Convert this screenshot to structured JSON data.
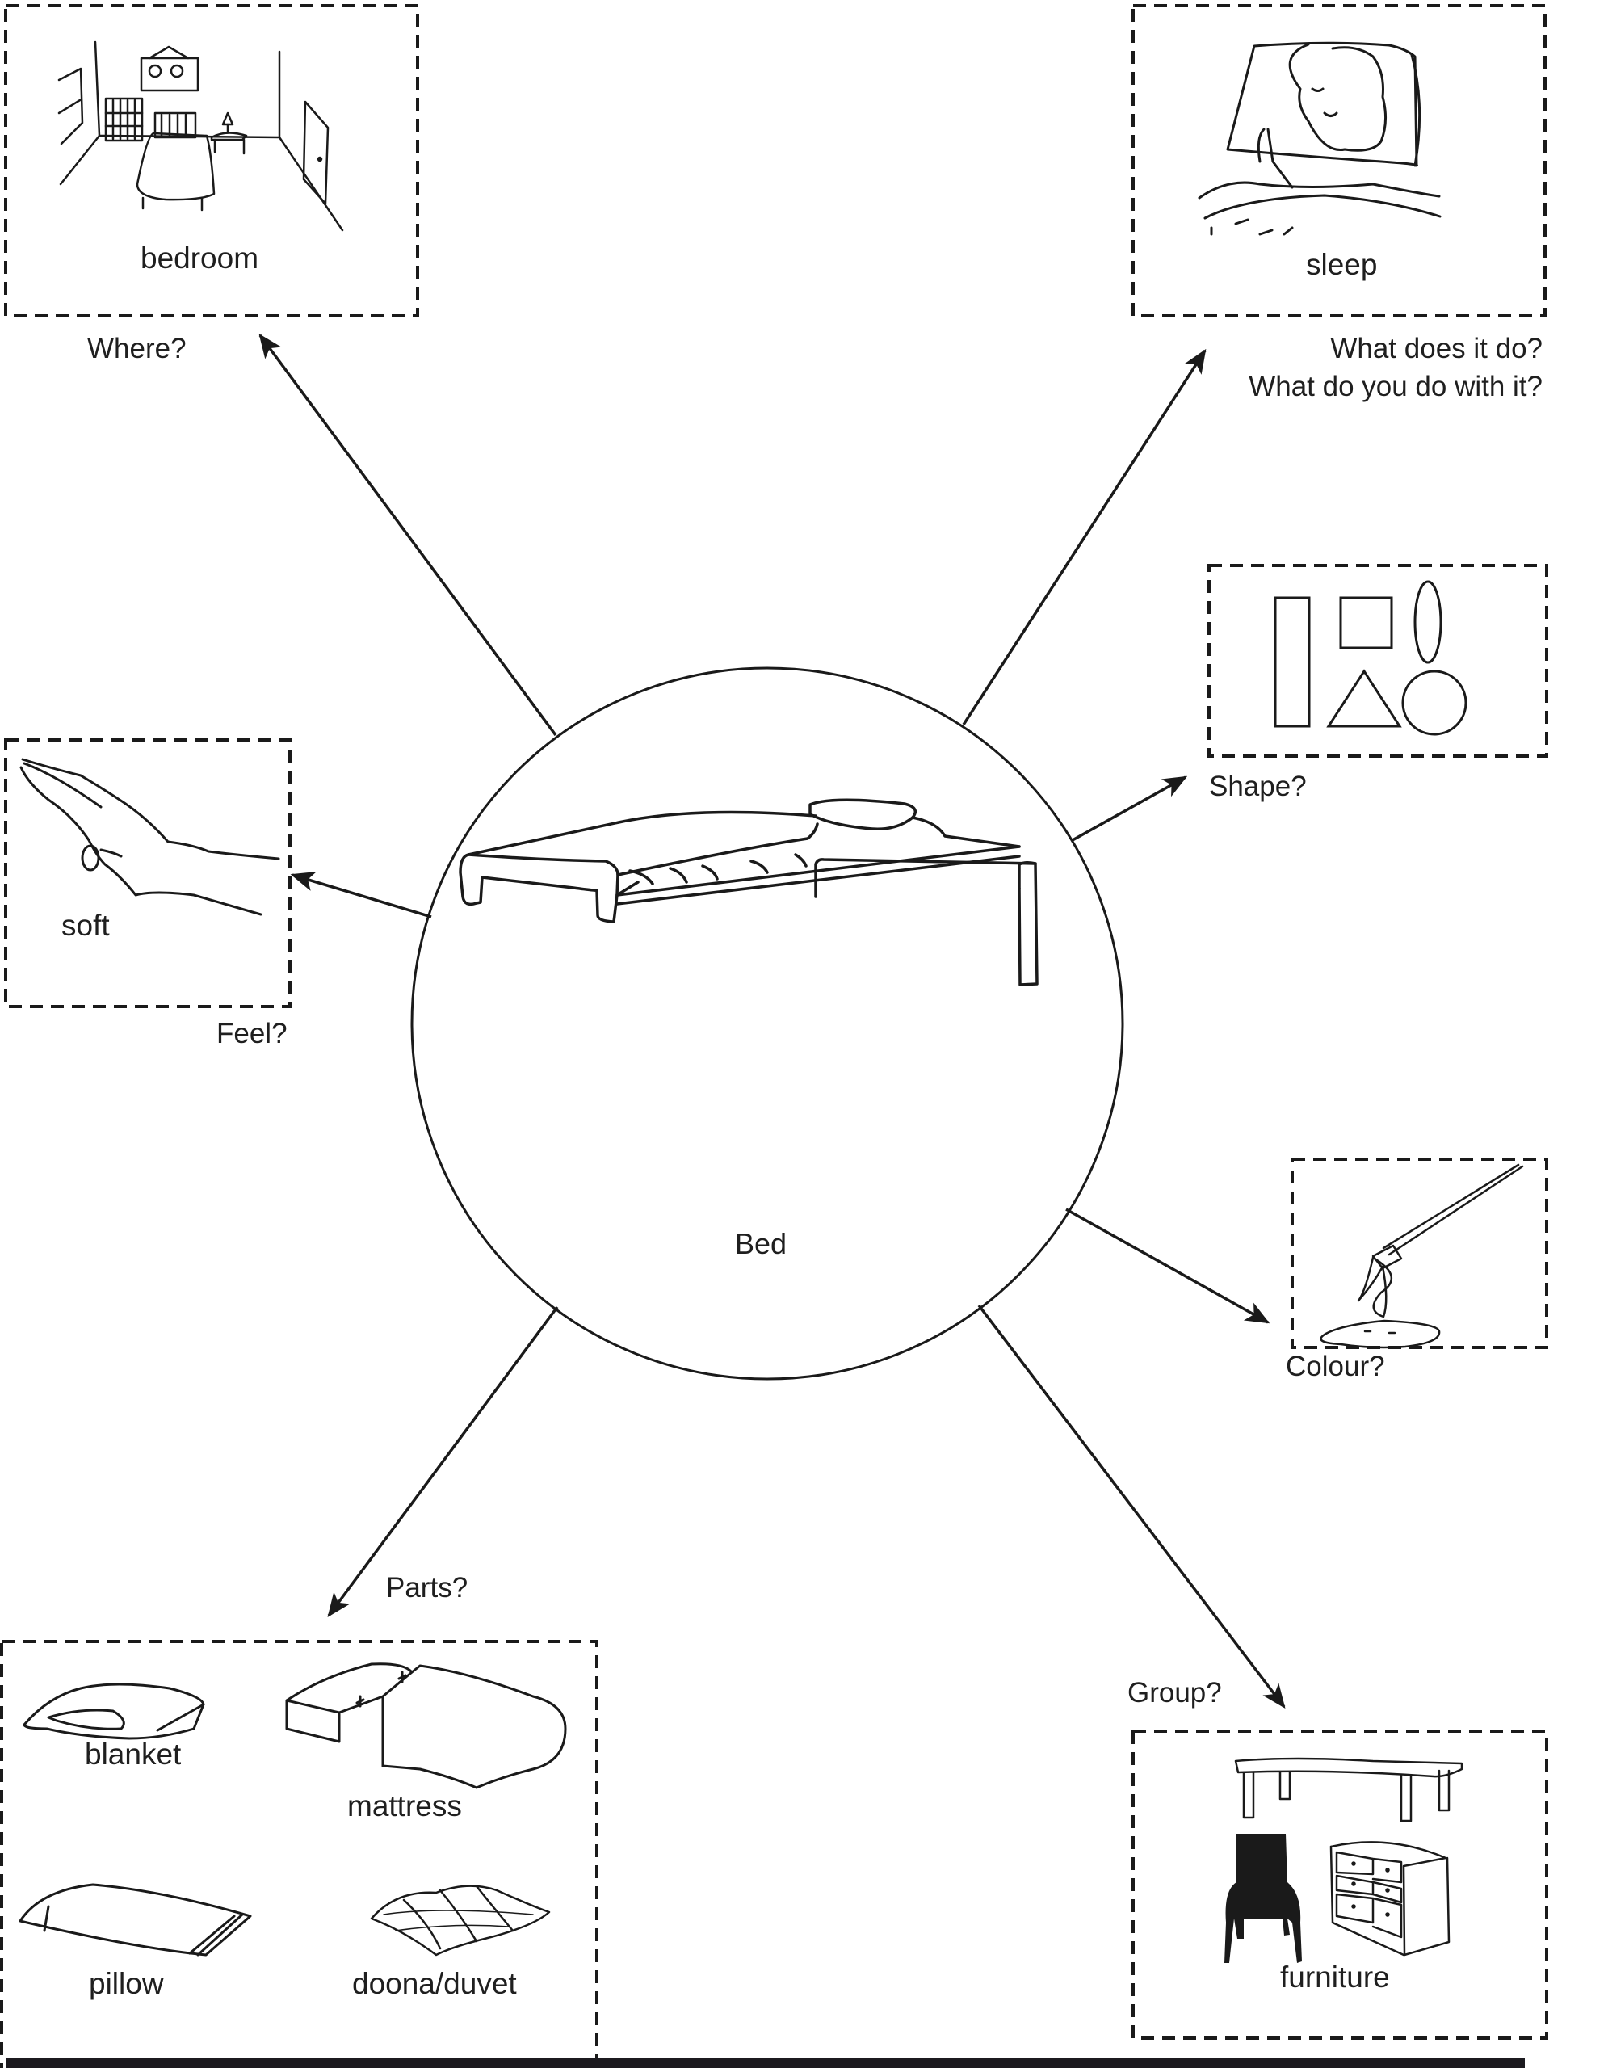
{
  "center": {
    "label": "Bed",
    "image": "bed-illustration"
  },
  "nodes": {
    "where": {
      "question": "Where?",
      "answer": "bedroom",
      "image": "bedroom-illustration"
    },
    "does": {
      "questions": [
        "What does it do?",
        "What do you do with it?"
      ],
      "answer": "sleep",
      "image": "sleeping-person-illustration"
    },
    "shape": {
      "question": "Shape?",
      "shapes": [
        "rectangle",
        "square",
        "oval",
        "triangle",
        "circle"
      ]
    },
    "feel": {
      "question": "Feel?",
      "answer": "soft",
      "image": "hand-illustration"
    },
    "colour": {
      "question": "Colour?",
      "image": "paintbrush-illustration"
    },
    "parts": {
      "question": "Parts?",
      "items": [
        "blanket",
        "mattress",
        "pillow",
        "doona/duvet"
      ]
    },
    "group": {
      "question": "Group?",
      "answer": "furniture",
      "images": [
        "table",
        "chair",
        "chest-of-drawers"
      ]
    }
  },
  "colors": {
    "ink": "#1a1a1a",
    "background": "#ffffff",
    "footer": "#1c1a1f"
  }
}
